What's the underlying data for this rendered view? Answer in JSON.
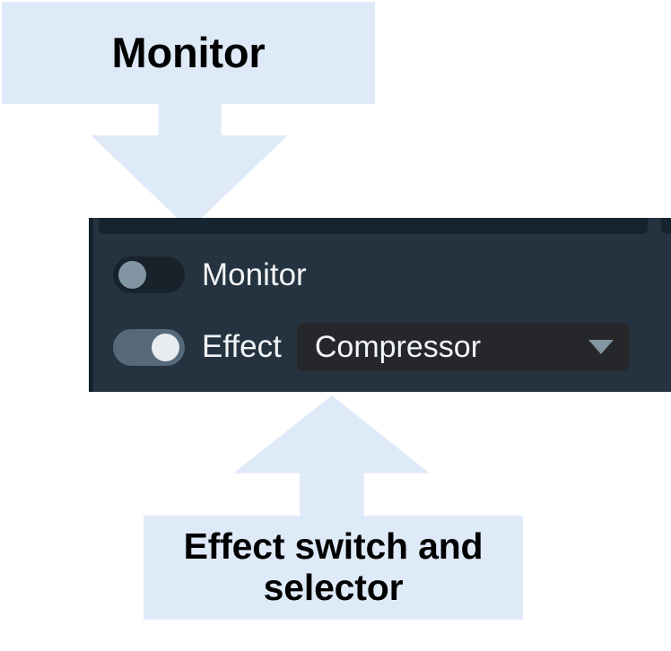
{
  "annotations": {
    "top_callout": {
      "text": "Monitor",
      "fill": "#dfeaf9",
      "text_color": "#000000"
    },
    "bottom_callout": {
      "text": "Effect switch and selector",
      "fill": "#dfeaf9",
      "text_color": "#000000"
    },
    "arrow_down": {
      "name": "down-arrow",
      "fill": "#dfeaf9"
    },
    "arrow_up": {
      "name": "up-arrow",
      "fill": "#dfeaf9"
    }
  },
  "app_panel": {
    "background": "#24333f",
    "rows": [
      {
        "id": "monitor",
        "label": "Monitor",
        "toggle": {
          "state": "off",
          "track_color": "#18222b",
          "knob_color": "#8295a3"
        }
      },
      {
        "id": "effect",
        "label": "Effect",
        "toggle": {
          "state": "on",
          "track_color": "#556979",
          "knob_color": "#e9ecef"
        },
        "select": {
          "value": "Compressor",
          "background": "#26272a",
          "text_color": "#f2f5f7",
          "chevron": "chevron-down-icon"
        }
      }
    ]
  }
}
